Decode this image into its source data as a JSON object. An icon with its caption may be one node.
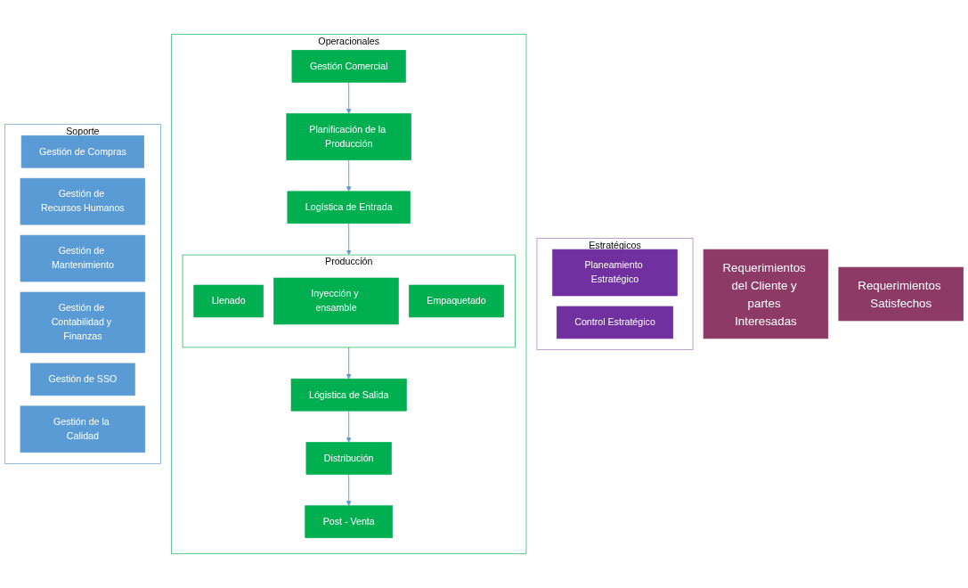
{
  "diagram": {
    "nodes": [
      {
        "text": [
          "Requerimientos del Cliente y partes Interesadas"
        ]
      },
      {
        "text": [
          "Estratégicos"
        ]
      },
      {
        "text": [
          "Planeamiento Estratégico"
        ],
        "in": 1
      },
      {
        "text": [
          "Control Estratégico"
        ],
        "in": 1
      },
      {
        "text": [
          "Operacionales"
        ]
      },
      {
        "text": [
          "Gestión Comercial"
        ],
        "in": 4
      },
      {
        "text": [
          "Planificación de la Producción"
        ],
        "in": 4
      },
      {
        "text": [
          "Logística de Entrada"
        ],
        "in": 4
      },
      {
        "text": [
          "Producción"
        ],
        "in": 4
      },
      {
        "text": [
          "Llenado"
        ],
        "in": 8
      },
      {
        "text": [
          "Inyección y ensamble"
        ],
        "in": 8
      },
      {
        "text": [
          "Empaquetado"
        ],
        "in": 8
      },
      {
        "text": [
          "Lógistica de Salida"
        ],
        "in": 4
      },
      {
        "text": [
          "Distribución"
        ],
        "in": 4
      },
      {
        "text": [
          "Post - Venta"
        ],
        "in": 4
      },
      {
        "text": [
          "Soporte"
        ]
      },
      {
        "text": [
          "Gestión de Compras"
        ],
        "in": 15
      },
      {
        "text": [
          "Gestión de Recursos Humanos"
        ],
        "in": 15
      },
      {
        "text": [
          "Gestión de Mantenimiento"
        ],
        "in": 15
      },
      {
        "text": [
          "Gestión de Contabilidad y Finanzas"
        ],
        "in": 15
      },
      {
        "text": [
          "Gestión de SSO"
        ],
        "in": 15
      },
      {
        "text": [
          "Gestión de la Calidad"
        ],
        "in": 15
      },
      {
        "text": [
          "Requerimientos Satisfechos"
        ]
      }
    ],
    "edges": [
      {
        "from": 5,
        "to": 6,
        "arrow": "to"
      },
      {
        "from": 6,
        "to": 7,
        "arrow": "to"
      },
      {
        "from": 7,
        "to": 8,
        "arrow": "to"
      },
      {
        "from": 8,
        "to": 12,
        "arrow": "to"
      },
      {
        "from": 12,
        "to": 13,
        "arrow": "to"
      },
      {
        "from": 13,
        "to": 14,
        "arrow": "to"
      }
    ]
  }
}
